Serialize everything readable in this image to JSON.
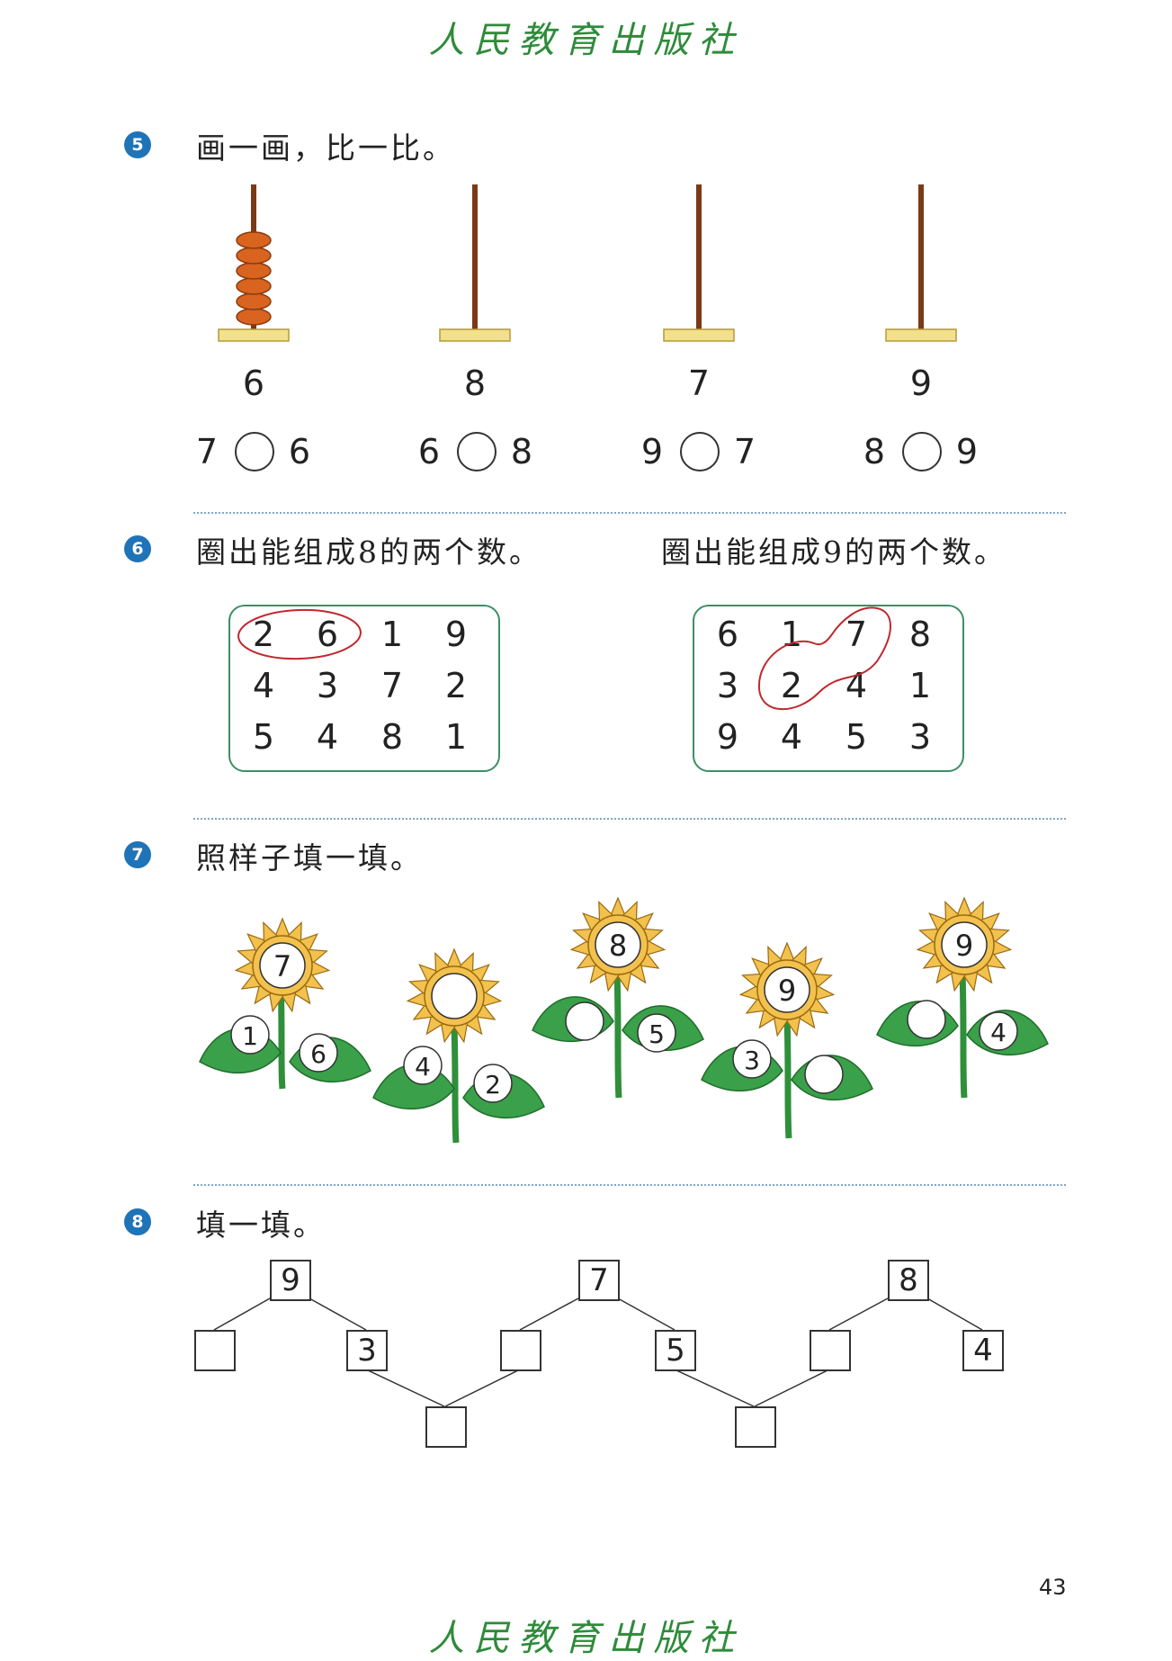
{
  "header": {
    "publisher": "人民教育出版社"
  },
  "footer": {
    "publisher": "人民教育出版社",
    "page_number": "43"
  },
  "q5": {
    "number": "5",
    "title": "画一画，比一比。",
    "abacus": [
      {
        "value": "6",
        "beads": 6,
        "left": "7",
        "right": "6"
      },
      {
        "value": "8",
        "beads": 0,
        "left": "6",
        "right": "8"
      },
      {
        "value": "7",
        "beads": 0,
        "left": "9",
        "right": "7"
      },
      {
        "value": "9",
        "beads": 0,
        "left": "8",
        "right": "9"
      }
    ]
  },
  "q6": {
    "number": "6",
    "left_title": "圈出能组成8的两个数。",
    "right_title": "圈出能组成9的两个数。",
    "left_grid": [
      [
        "2",
        "6",
        "1",
        "9"
      ],
      [
        "4",
        "3",
        "7",
        "2"
      ],
      [
        "5",
        "4",
        "8",
        "1"
      ]
    ],
    "right_grid": [
      [
        "6",
        "1",
        "7",
        "8"
      ],
      [
        "3",
        "2",
        "4",
        "1"
      ],
      [
        "9",
        "4",
        "5",
        "3"
      ]
    ]
  },
  "q7": {
    "number": "7",
    "title": "照样子填一填。",
    "flowers": [
      {
        "top": "7",
        "left_leaf": "1",
        "right_leaf": "6"
      },
      {
        "top": "",
        "left_leaf": "4",
        "right_leaf": "2"
      },
      {
        "top": "8",
        "left_leaf": "",
        "right_leaf": "5"
      },
      {
        "top": "9",
        "left_leaf": "3",
        "right_leaf": ""
      },
      {
        "top": "9",
        "left_leaf": "",
        "right_leaf": "4"
      }
    ]
  },
  "q8": {
    "number": "8",
    "title": "填一填。",
    "trees": [
      {
        "top": "9",
        "left": "",
        "right": "3"
      },
      {
        "top": "7",
        "left": "",
        "right": "5"
      },
      {
        "top": "8",
        "left": "",
        "right": "4"
      }
    ],
    "bottom": [
      "",
      ""
    ]
  },
  "colors": {
    "question_badge": "#1f73b7",
    "publisher_text": "#2e8b3a",
    "grid_border": "#3c8f67",
    "circle_mark": "#c0282d",
    "bead": "#d8641f",
    "rod": "#7a3a16",
    "abacus_base": "#f3e08a",
    "petal": "#f2c14e",
    "leaf": "#3aa04a",
    "divider": "#7fa7c9"
  }
}
